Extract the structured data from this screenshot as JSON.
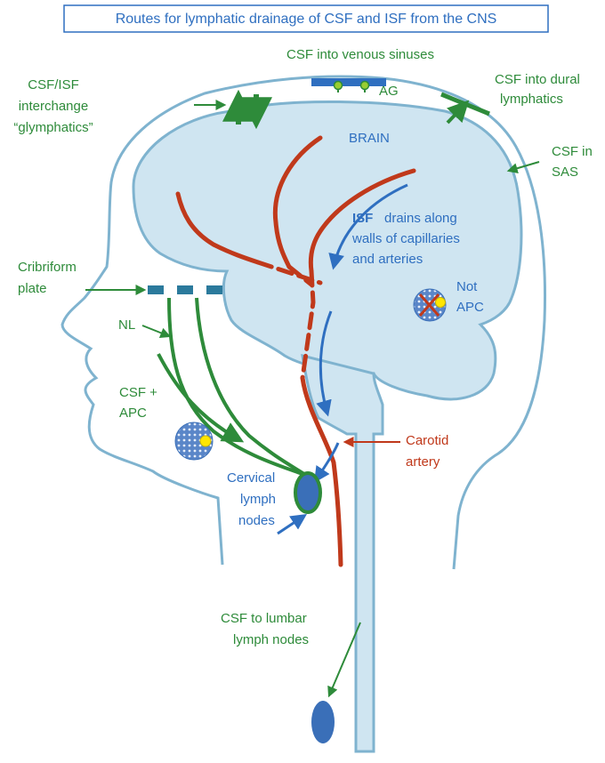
{
  "title": "Routes for lymphatic drainage of CSF and ISF from the CNS",
  "labels": {
    "csf_venous": "CSF into venous sinuses",
    "ag": "AG",
    "csf_dural_1": "CSF into dural",
    "csf_dural_2": "lymphatics",
    "interchange_1": "CSF/ISF",
    "interchange_2": "interchange",
    "interchange_3": "“glymphatics”",
    "brain": "BRAIN",
    "csf_sas_1": "CSF in",
    "csf_sas_2": "SAS",
    "isf_bold": "ISF",
    "isf_1": "drains along",
    "isf_2": "walls of capillaries",
    "isf_3": "and arteries",
    "not_apc_1": "Not",
    "not_apc_2": "APC",
    "cribriform_1": "Cribriform",
    "cribriform_2": "plate",
    "nl": "NL",
    "csf_apc_1": "CSF +",
    "csf_apc_2": "APC",
    "carotid_1": "Carotid",
    "carotid_2": "artery",
    "cervical_1": "Cervical",
    "cervical_2": "lymph",
    "cervical_3": "nodes",
    "lumbar_1": "CSF to lumbar",
    "lumbar_2": "lymph nodes"
  },
  "colors": {
    "green": "#2e8b3a",
    "blue": "#2f6fc0",
    "red": "#c0391b",
    "outline": "#7fb3cf",
    "fill": "#cfe5f1"
  }
}
